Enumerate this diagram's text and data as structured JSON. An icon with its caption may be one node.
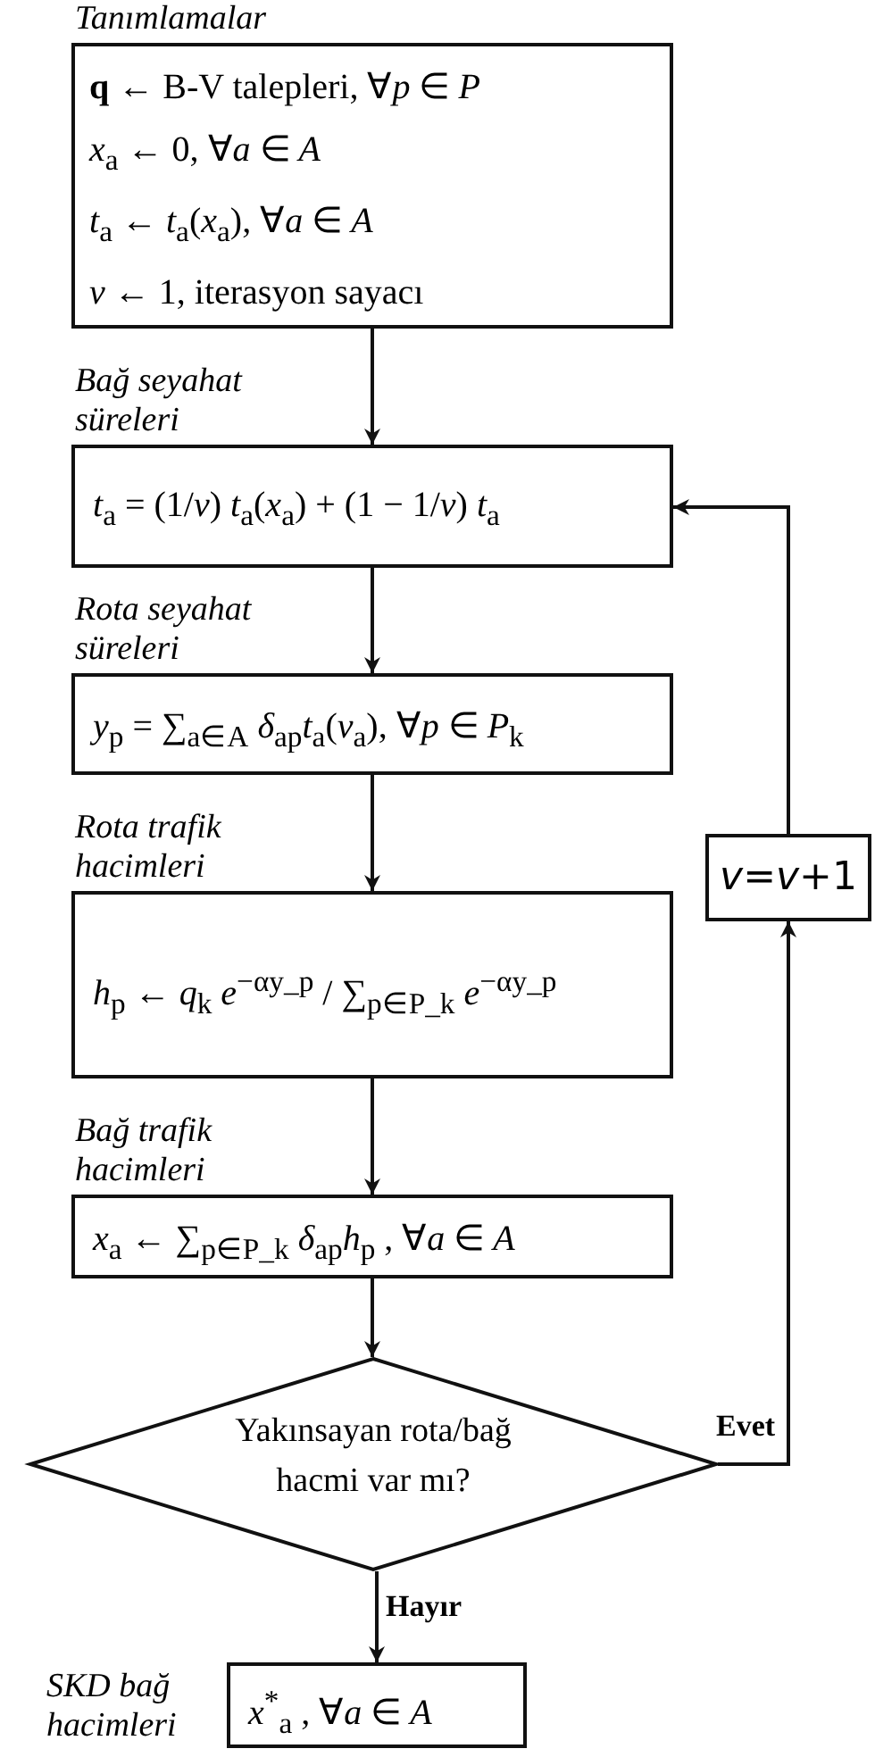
{
  "diagram": {
    "nodes": [
      {
        "text": [
          "Tanımlamalar",
          "**q** ← B-V talepleri, ∀*p* ∈ *P*",
          "*x*$_{a}$ ← 0, ∀*a* ∈ *A*",
          "*t*$_{a}$ ← *t*$_{a}$(*x*$_{a}$), ∀*a* ∈ *A*",
          "*v* ← 1, iterasyon sayacı"
        ]
      },
      {
        "text": [
          "Bağ seyahat süreleri",
          "*t*$_{a}$ = (1/*v*) *t*$_{a}$(*x*$_{a}$) + (1 − 1/*v*) *t*$_{a}$"
        ]
      },
      {
        "text": [
          "Rota seyahat süreleri",
          "*y*$_{p}$ = ∑$_{a∈A}$ *δ*$_{ap}$*t*$_{a}$(*v*$_{a}$), ∀*p* ∈ *P*$_{k}$"
        ]
      },
      {
        "text": [
          "Rota trafik hacimleri",
          "*h*$_{p}$ ← *q*$_{k}$ *e*$^{−αy_p}$ / ∑$_{p∈P_k}$ *e*$^{−αy_p}$"
        ]
      },
      {
        "text": [
          "Bağ trafik hacimleri",
          "*x*$_{a}$ ← ∑$_{p∈P_k}$ *δ*$_{ap}$*h*$_{p}$ , ∀*a* ∈ *A*"
        ]
      },
      {
        "text": [
          "Yakınsayan rota/bağ hacmi var mı?"
        ]
      },
      {
        "text": [
          "SKD bağ hacimleri",
          "*x*$^{*}$$_{a}$ , ∀*a* ∈ *A*"
        ]
      },
      {
        "text": [
          "*v*=*v*+1"
        ]
      }
    ],
    "edges": [
      {
        "from": 0,
        "to": 1,
        "arrow": "to"
      },
      {
        "from": 1,
        "to": 2,
        "arrow": "to"
      },
      {
        "from": 2,
        "to": 3,
        "arrow": "to"
      },
      {
        "from": 3,
        "to": 4,
        "arrow": "to"
      },
      {
        "from": 4,
        "to": 5,
        "arrow": "to"
      },
      {
        "from": 5,
        "to": 6,
        "arrow": "to",
        "label": "Hayır"
      },
      {
        "from": 5,
        "to": 7,
        "arrow": "to",
        "label": "Evet"
      },
      {
        "from": 7,
        "to": 1,
        "arrow": "to"
      }
    ]
  }
}
